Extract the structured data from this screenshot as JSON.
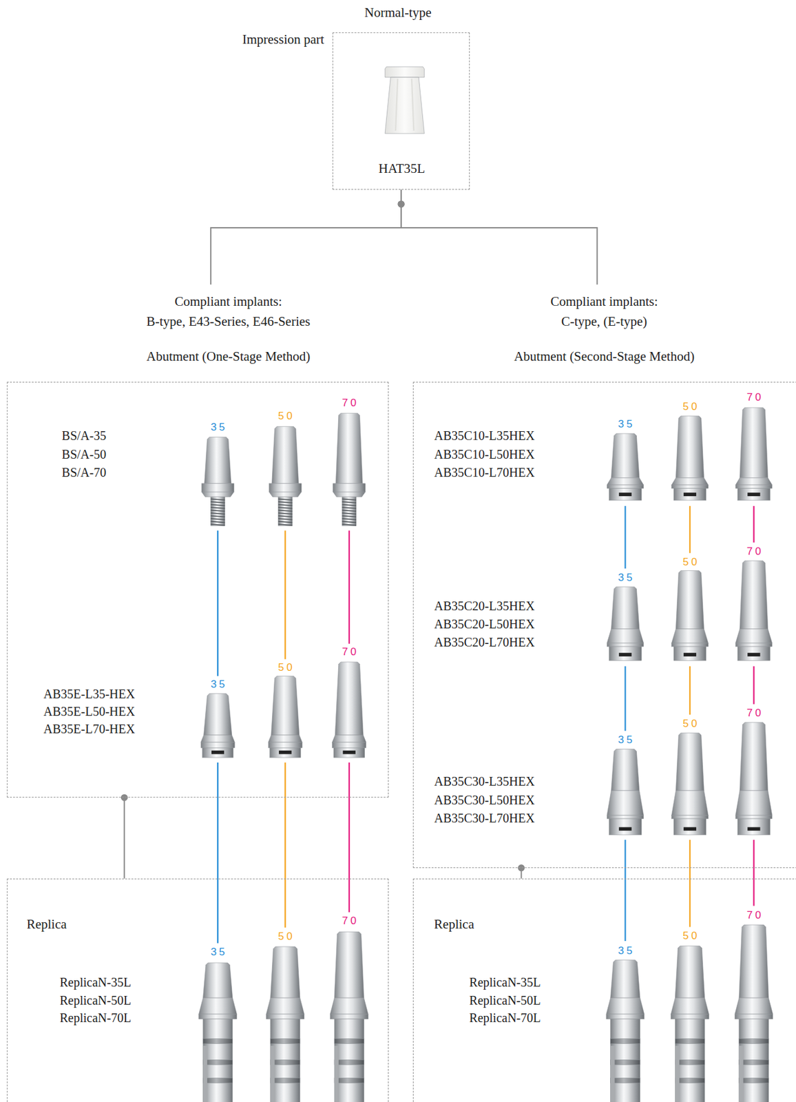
{
  "diagram": {
    "title": "Normal-type",
    "nodes": [
      {
        "text": [
          "Impression part",
          "HAT35L"
        ]
      },
      {
        "text": [
          "Compliant implants:",
          "B-type, E43-Series, E46-Series",
          "Abutment (One-Stage Method)"
        ]
      },
      {
        "text": [
          "Compliant implants:",
          "C-type, (E-type)",
          "Abutment (Second-Stage Method)"
        ]
      },
      {
        "text": [
          "Replica"
        ]
      },
      {
        "text": [
          "Replica"
        ]
      }
    ],
    "edges": [
      {
        "from": 0,
        "to": 1,
        "arrow": "none"
      },
      {
        "from": 0,
        "to": 2,
        "arrow": "none"
      },
      {
        "from": 1,
        "to": 3,
        "arrow": "none"
      },
      {
        "from": 2,
        "to": 4,
        "arrow": "none"
      }
    ],
    "labels": [
      "BS/A-35",
      "BS/A-50",
      "BS/A-70",
      "35",
      "50",
      "70",
      "AB35E-L35-HEX",
      "AB35E-L50-HEX",
      "AB35E-L70-HEX",
      "35",
      "50",
      "70",
      "AB35C10-L35HEX",
      "AB35C10-L50HEX",
      "AB35C10-L70HEX",
      "35",
      "50",
      "70",
      "AB35C20-L35HEX",
      "AB35C20-L50HEX",
      "AB35C20-L70HEX",
      "35",
      "50",
      "70",
      "AB35C30-L35HEX",
      "AB35C30-L50HEX",
      "AB35C30-L70HEX",
      "35",
      "50",
      "70",
      "ReplicaN-35L",
      "ReplicaN-50L",
      "ReplicaN-70L",
      "35",
      "50",
      "70",
      "ReplicaN-35L",
      "ReplicaN-50L",
      "ReplicaN-70L",
      "35",
      "50",
      "70"
    ]
  }
}
